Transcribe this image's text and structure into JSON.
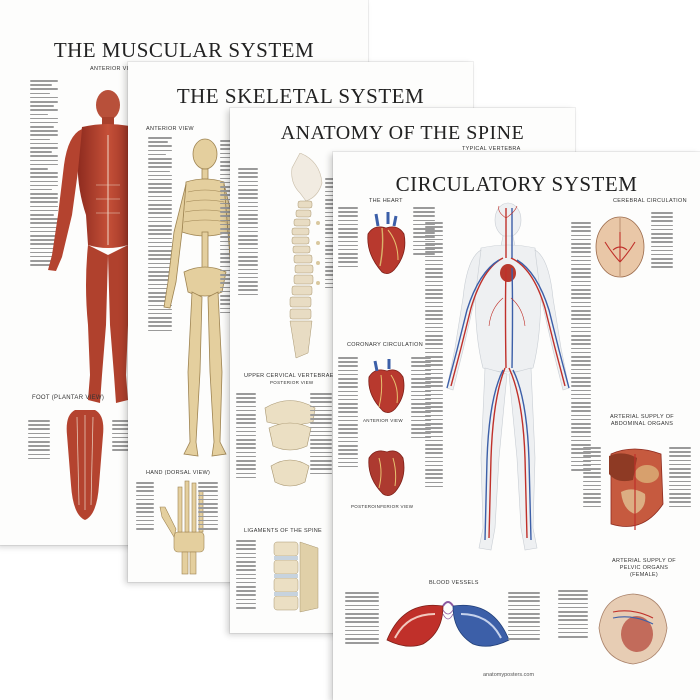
{
  "posters": [
    {
      "title": "THE MUSCULAR SYSTEM",
      "subtitles": [
        "ANTERIOR VIEW",
        "FOOT (PLANTAR VIEW)"
      ]
    },
    {
      "title": "THE SKELETAL SYSTEM",
      "subtitles": [
        "ANTERIOR VIEW",
        "HAND (DORSAL VIEW)"
      ]
    },
    {
      "title": "ANATOMY OF THE SPINE",
      "subtitles": [
        "TYPICAL VERTEBRA",
        "SUPERIOR VIEW",
        "UPPER CERVICAL VERTEBRAE",
        "POSTERIOR VIEW",
        "LIGAMENTS OF THE SPINE"
      ]
    },
    {
      "title": "CIRCULATORY SYSTEM",
      "subtitles": [
        "THE HEART",
        "CEREBRAL CIRCULATION",
        "CORONARY CIRCULATION",
        "ANTERIOR VIEW",
        "POSTEROINFERIOR VIEW",
        "ARTERIAL SUPPLY OF ABDOMINAL ORGANS",
        "ARTERIAL SUPPLY OF PELVIC ORGANS (FEMALE)",
        "BLOOD VESSELS"
      ],
      "credit": "anatomyposters.com"
    }
  ],
  "colors": {
    "muscle": "#b5402e",
    "bone": "#e7d3a6",
    "artery": "#c0302a",
    "vein": "#3c5fa8",
    "background": "#fdfdfc"
  }
}
